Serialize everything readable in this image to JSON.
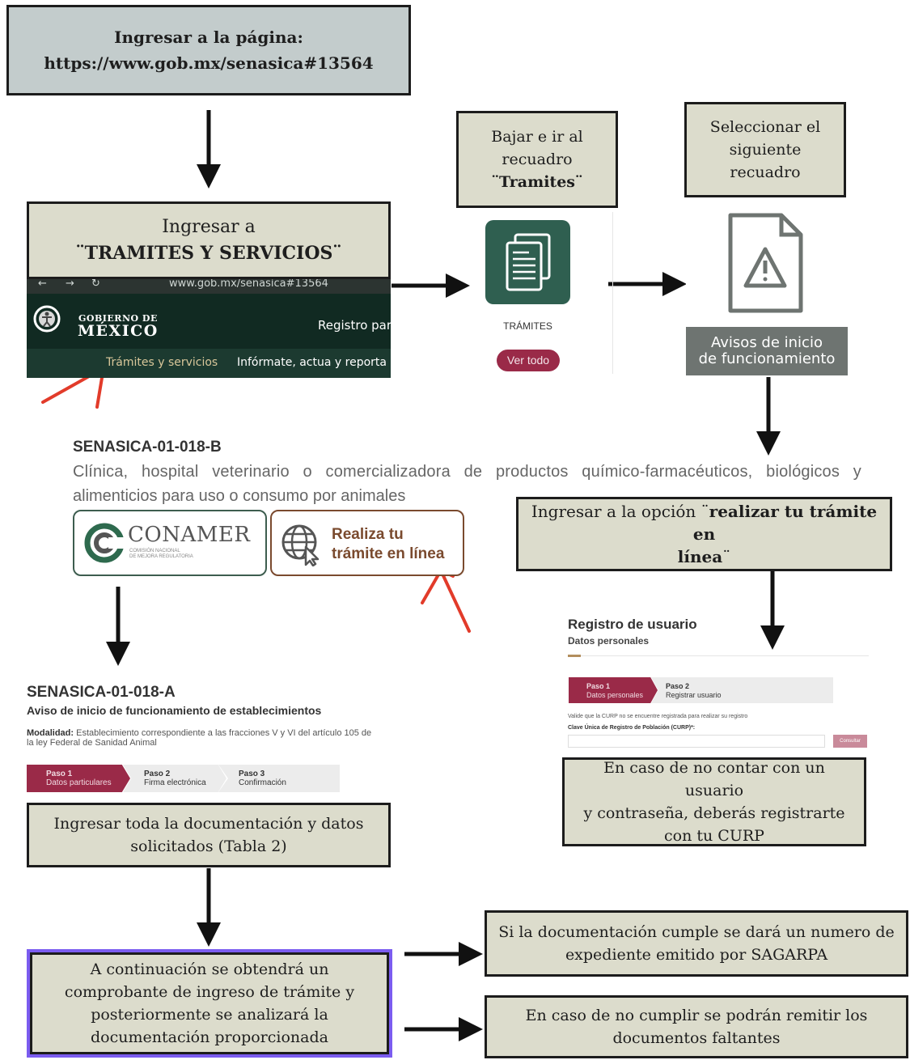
{
  "start_box": {
    "line1": "Ingresar a la página:",
    "line2": "https://www.gob.mx/senasica#13564"
  },
  "tramites_box": {
    "line1": "Ingresar a",
    "line2": "¨TRAMITES Y SERVICIOS¨"
  },
  "bajar_box": {
    "line1": "Bajar e ir al",
    "line2": "recuadro",
    "line3": "¨Tramites¨"
  },
  "seleccionar_box": {
    "line1": "Seleccionar el",
    "line2": "siguiente",
    "line3": "recuadro"
  },
  "browser": {
    "url": "www.gob.mx/senasica#13564",
    "gob_small": "GOBIERNO DE",
    "gob_big": "MÉXICO",
    "registro": "Registro para",
    "nav_tramites": "Trámites y servicios",
    "nav_informate": "Infórmate, actua y reporta"
  },
  "tramites_card": {
    "label": "TRÁMITES",
    "ver_todo": "Ver todo"
  },
  "avisos_card": {
    "line1": "Avisos de inicio",
    "line2": "de funcionamiento"
  },
  "senasica_b": {
    "code": "SENASICA-01-018-B",
    "desc_line1": "Clínica, hospital veterinario o comercializadora de productos químico-farmacéuticos, biológicos y",
    "desc_line2": "alimenticios para uso o consumo por animales"
  },
  "conamer": {
    "name": "CONAMER",
    "sub1": "COMISIÓN NACIONAL",
    "sub2": "DE MEJORA REGULATORIA"
  },
  "realiza_btn": {
    "line1": "Realiza tu",
    "line2": "trámite en línea"
  },
  "opcion_box": {
    "pre": "Ingresar a la opción ¨",
    "bold1": "realizar tu trámite en",
    "bold2": "línea",
    "post": "¨"
  },
  "registro": {
    "title": "Registro de usuario",
    "subtitle": "Datos personales",
    "paso1": "Paso 1",
    "paso1_sub": "Datos personales",
    "paso2": "Paso 2",
    "paso2_sub": "Registrar usuario",
    "valide": "Valide que la CURP no se encuentre registrada para realizar su registro",
    "clave": "Clave Única de Registro de Población (CURP)*:",
    "consultar": "Consultar"
  },
  "curp_box": {
    "line1": "En caso de no contar con un usuario",
    "line2": "y contraseña, deberás registrarte",
    "line3": "con tu CURP"
  },
  "senasica_a": {
    "code": "SENASICA-01-018-A",
    "title": "Aviso de inicio de funcionamiento de establecimientos",
    "mod_label": "Modalidad:",
    "mod_text1": " Establecimiento correspondiente a las fracciones V y VI del artículo 105 de",
    "mod_text2": "la ley Federal de Sanidad Animal",
    "paso1": "Paso 1",
    "paso1_sub": "Datos particulares",
    "paso2": "Paso 2",
    "paso2_sub": "Firma electrónica",
    "paso3": "Paso 3",
    "paso3_sub": "Confirmación"
  },
  "doc_box": {
    "line1": "Ingresar toda la documentación y datos",
    "line2": "solicitados (Tabla 2)"
  },
  "continua_box": {
    "line1": "A continuación se obtendrá un",
    "line2": "comprobante de ingreso de trámite y",
    "line3": "posteriormente se analizará la",
    "line4": "documentación proporcionada"
  },
  "cumple_box": {
    "line1": "Si la documentación cumple se dará un numero de",
    "line2": "expediente emitido por SAGARPA"
  },
  "no_cumple_box": {
    "line1": "En caso de no cumplir se podrán remitir los",
    "line2": "documentos faltantes"
  },
  "colors": {
    "box_fill": "#dcdccc",
    "start_fill": "#c3cccc",
    "gob_green": "#112a22",
    "accent_red": "#9a2a48",
    "arrow_red": "#e23b2a",
    "purple_border": "#7b5cf0"
  }
}
